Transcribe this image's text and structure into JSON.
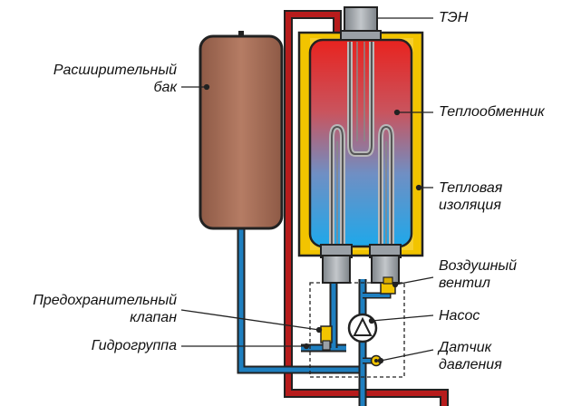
{
  "labels": {
    "ten": "ТЭН",
    "expansion_tank_1": "Расширительный",
    "expansion_tank_2": "бак",
    "heat_exchanger": "Теплообменник",
    "insulation_1": "Тепловая",
    "insulation_2": "изоляция",
    "air_valve_1": "Воздушный",
    "air_valve_2": "вентил",
    "safety_valve_1": "Предохранительный",
    "safety_valve_2": "клапан",
    "pump": "Насос",
    "hydro_group": "Гидрогруппа",
    "pressure_sensor_1": "Датчик",
    "pressure_sensor_2": "давления"
  },
  "colors": {
    "hot_pipe": "#b71c1c",
    "cold_pipe": "#1e7fc0",
    "tank": "#a8705a",
    "insulation": "#f2c400",
    "vessel_top": "#e8231f",
    "vessel_bottom": "#1ea8ea",
    "valve": "#f2c400",
    "fitting": "#9aa0a6"
  }
}
